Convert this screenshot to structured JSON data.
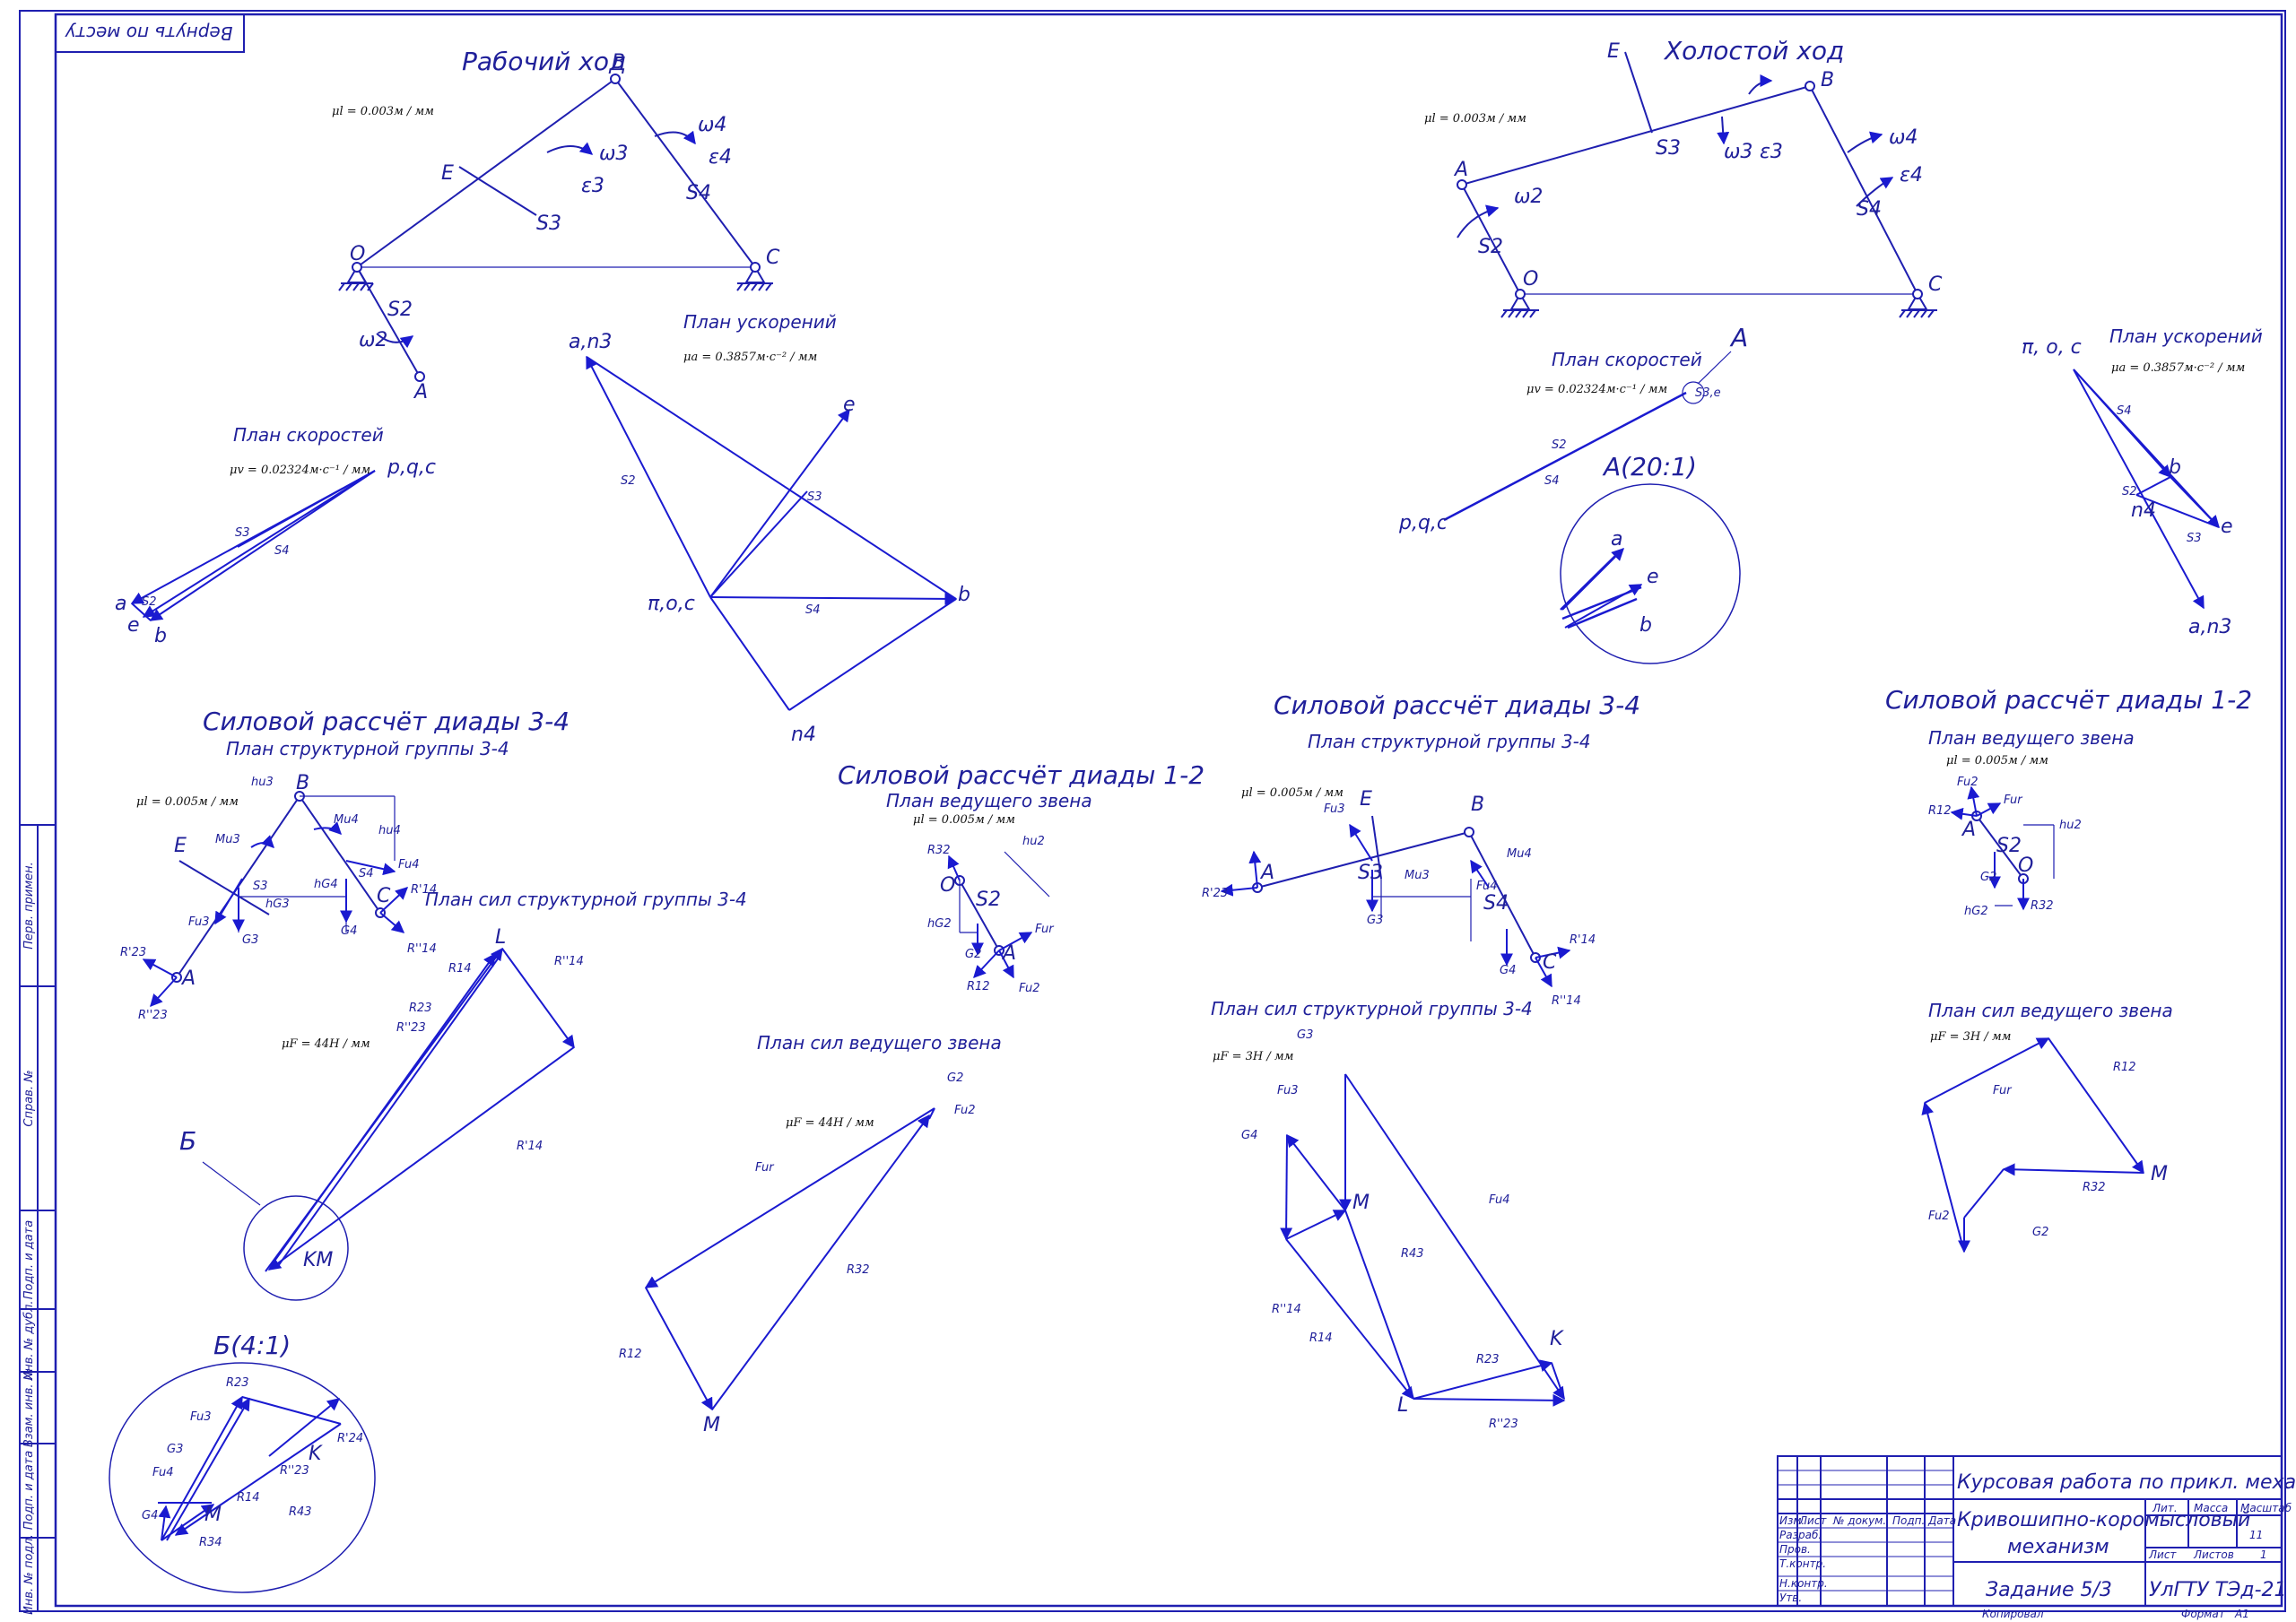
{
  "colors": {
    "lines": "#1f1fb0",
    "vectors": "#1a1ad0",
    "text": "#20209a",
    "frame": "#1f1fb0"
  },
  "stamp": "Вернуть по месту",
  "left_top": {
    "title": "Рабочий ход",
    "mu": "μl = 0.003м / мм",
    "points": [
      "A",
      "B",
      "C",
      "O",
      "E",
      "S3",
      "S2",
      "S4"
    ],
    "omega2": "ω2",
    "omega3": "ω3",
    "omega4": "ω4",
    "eps3": "ε3",
    "eps4": "ε4"
  },
  "left_vel": {
    "title": "План скоростей",
    "mu": "μv = 0.02324м·с⁻¹ / мм",
    "pole": "p,q,c",
    "a": "a",
    "e": "e",
    "b": "b",
    "s2": "S2",
    "s3": "S3",
    "s4": "S4"
  },
  "left_acc": {
    "title": "План ускорений",
    "mu": "μa = 0.3857м·с⁻² / мм",
    "a_n3": "a,n3",
    "pole": "π,o,c",
    "e": "e",
    "b": "b",
    "n4": "n4",
    "s2": "S2",
    "s3": "S3",
    "s4": "S4"
  },
  "right_top": {
    "title": "Холостой ход",
    "mu": "μl = 0.003м / мм",
    "A": "A",
    "B": "B",
    "C": "C",
    "O": "O",
    "E": "E",
    "S3": "S3",
    "S2": "S2",
    "S4": "S4",
    "omega2": "ω2",
    "omega3": "ω3",
    "omega4": "ω4",
    "eps3": "ε3",
    "eps4": "ε4"
  },
  "right_vel": {
    "title": "План скоростей",
    "mu": "μv = 0.02324м·с⁻¹ / мм",
    "pole": "p,q,c",
    "tag": "A",
    "detail": "A(20:1)",
    "a": "a",
    "b": "b",
    "e": "e",
    "s3e": "S3,e",
    "s2": "S2",
    "s4": "S4"
  },
  "right_acc": {
    "title": "План ускорений",
    "mu": "μa = 0.3857м·с⁻² / мм",
    "pole": "π, o, c",
    "an3": "a,n3",
    "b": "b",
    "e": "e",
    "n4": "n4",
    "s2": "S2",
    "s3": "S3",
    "s4": "S4"
  },
  "force34_left": {
    "title": "Силовой рассчёт диады 3-4",
    "sub": "План структурной группы 3-4",
    "mu": "μl = 0.005м / мм",
    "B": "B",
    "E": "E",
    "C": "C",
    "A": "A",
    "S3": "S3",
    "S4": "S4",
    "G3": "G3",
    "G4": "G4",
    "Fu3": "Fu3",
    "Fu4": "Fu4",
    "Mu3": "Mu3",
    "Mu4": "Mu4",
    "R23t": "R'23",
    "R23n": "R''23",
    "R14t": "R'14",
    "R14n": "R''14",
    "hu3": "hu3",
    "hG3": "hG3",
    "hG4": "hG4",
    "hu4": "hu4"
  },
  "forces34_left": {
    "title": "План сил структурной группы 3-4",
    "mu": "μF = 44H / мм",
    "L": "L",
    "KM": "KM",
    "B_tag": "Б",
    "R14n": "R''14",
    "R14": "R14",
    "R23": "R23",
    "R23n": "R''23",
    "R14t": "R'14"
  },
  "detail_b": {
    "title": "Б(4:1)",
    "M": "M",
    "K": "K",
    "G3": "G3",
    "G4": "G4",
    "Fu3": "Fu3",
    "Fu4": "Fu4",
    "R23": "R23",
    "R24": "R'24",
    "R23n": "R''23",
    "R43": "R43",
    "R14": "R14",
    "R34": "R34"
  },
  "force12_left": {
    "title": "Силовой рассчёт диады 1-2",
    "sub": "План ведущего звена",
    "mu": "μl = 0.005м / мм",
    "O": "O",
    "A": "A",
    "S2": "S2",
    "G2": "G2",
    "Fur": "Fur",
    "Fu2": "Fu2",
    "R12": "R12",
    "R32": "R32",
    "hu2": "hu2",
    "hG2": "hG2"
  },
  "forces12_left": {
    "title": "План сил ведущего звена",
    "mu": "μF = 44H / мм",
    "M": "M",
    "G2": "G2",
    "Fu2": "Fu2",
    "Fur": "Fur",
    "R32": "R32",
    "R12": "R12"
  },
  "force34_right": {
    "title": "Силовой рассчёт диады 3-4",
    "sub": "План структурной группы 3-4",
    "mu": "μl = 0.005м / мм",
    "A": "A",
    "B": "B",
    "C": "C",
    "E": "E",
    "S3": "S3",
    "S4": "S4",
    "G3": "G3",
    "G4": "G4",
    "Fu3": "Fu3",
    "Fu4": "Fu4",
    "Mu3": "Mu3",
    "Mu4": "Mu4",
    "R23": "R'23",
    "R14": "R'14",
    "R14n": "R''14"
  },
  "forces34_right": {
    "title": "План сил структурной группы 3-4",
    "mu": "μF = 3H / мм",
    "M": "M",
    "K": "K",
    "L": "L",
    "G3": "G3",
    "G4": "G4",
    "Fu3": "Fu3",
    "Fu4": "Fu4",
    "R43": "R43",
    "R14": "R14",
    "R23": "R23",
    "R23n": "R''23",
    "R14n": "R''14"
  },
  "force12_right": {
    "title": "Силовой рассчёт диады 1-2",
    "sub": "План ведущего звена",
    "mu": "μl = 0.005м / мм",
    "A": "A",
    "O": "O",
    "S2": "S2",
    "G2": "G2",
    "Fur": "Fur",
    "Fu2": "Fu2",
    "R12": "R12",
    "R32": "R32",
    "hu2": "hu2",
    "hG2": "hG2"
  },
  "forces12_right": {
    "title": "План сил ведущего звена",
    "mu": "μF = 3H / мм",
    "M": "M",
    "Fur": "Fur",
    "R32": "R32",
    "R12": "R12",
    "Fu2": "Fu2",
    "G2": "G2"
  },
  "side_columns": [
    "Перв. примен.",
    "Справ. №",
    "Подп. и дата",
    "Инв. № дубл.",
    "Взам. инв. №",
    "Подп. и дата",
    "Инв. № подл."
  ],
  "title_block": {
    "course": "Курсовая работа по прикл. механике",
    "name": "Кривошипно-коромысловый механизм",
    "name_l1": "Кривошипно-коромысловый",
    "name_l2": "механизм",
    "task": "Задание 5/3",
    "org": "УлГТУ ТЭд-21",
    "lit": "Лит.",
    "mass": "Масса",
    "scale": "Масштаб",
    "scale_val": "11",
    "sheet": "Лист",
    "sheets": "Листов",
    "sheets_val": "1",
    "rows": [
      "Изм.",
      "Лист",
      "№ докум.",
      "Подп.",
      "Дата"
    ],
    "roles": [
      "Разраб.",
      "Пров.",
      "Т.контр.",
      "",
      "Н.контр.",
      "Утв."
    ],
    "copied": "Копировал",
    "format": "Формат",
    "format_val": "A1"
  }
}
